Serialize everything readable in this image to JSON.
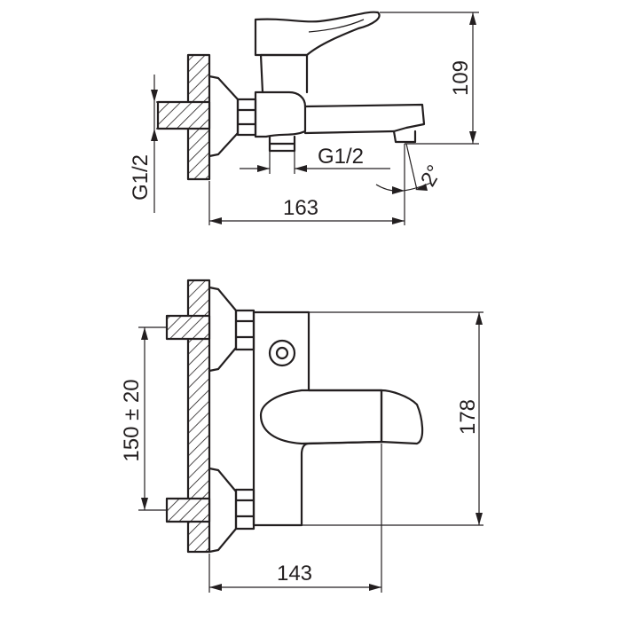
{
  "dimensions": {
    "side_height": "109",
    "side_thread_spout": "G1/2",
    "side_thread_inlet": "G1/2",
    "side_angle": "2°",
    "side_length": "163",
    "front_spacing": "150 ± 20",
    "front_height": "178",
    "front_length": "143"
  },
  "colors": {
    "line": "#231f20",
    "background": "#ffffff"
  }
}
